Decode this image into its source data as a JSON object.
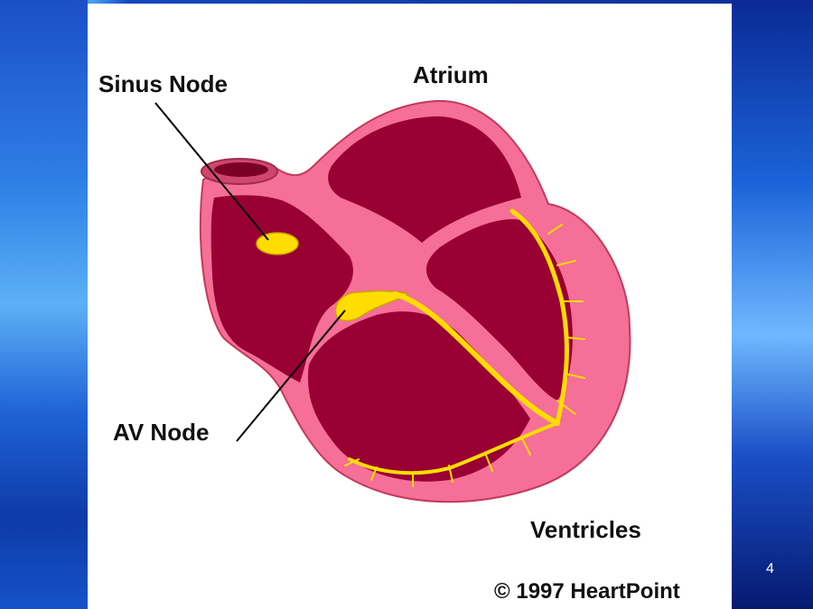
{
  "diagram": {
    "labels": {
      "sinus_node": "Sinus Node",
      "atrium": "Atrium",
      "av_node": "AV Node",
      "ventricles": "Ventricles",
      "copyright": "© 1997 HeartPoint"
    }
  },
  "slide": {
    "page_number": "4"
  },
  "colors": {
    "heart_wall": "#f56f98",
    "chamber": "#990033",
    "conduction": "#ffdd00",
    "pointer": "#000000"
  }
}
